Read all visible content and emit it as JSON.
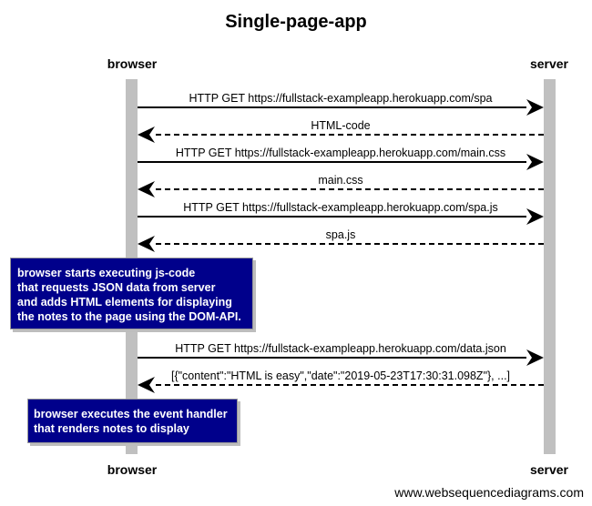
{
  "title": "Single-page-app",
  "participants": [
    {
      "id": "browser",
      "label": "browser"
    },
    {
      "id": "server",
      "label": "server"
    }
  ],
  "messages": [
    {
      "from": "browser",
      "to": "server",
      "style": "solid",
      "label": "HTTP GET https://fullstack-exampleapp.herokuapp.com/spa"
    },
    {
      "from": "server",
      "to": "browser",
      "style": "dashed",
      "label": "HTML-code"
    },
    {
      "from": "browser",
      "to": "server",
      "style": "solid",
      "label": "HTTP GET https://fullstack-exampleapp.herokuapp.com/main.css"
    },
    {
      "from": "server",
      "to": "browser",
      "style": "dashed",
      "label": "main.css"
    },
    {
      "from": "browser",
      "to": "server",
      "style": "solid",
      "label": "HTTP GET https://fullstack-exampleapp.herokuapp.com/spa.js"
    },
    {
      "from": "server",
      "to": "browser",
      "style": "dashed",
      "label": "spa.js"
    },
    {
      "from": "browser",
      "to": "server",
      "style": "solid",
      "label": "HTTP GET https://fullstack-exampleapp.herokuapp.com/data.json"
    },
    {
      "from": "server",
      "to": "browser",
      "style": "dashed",
      "label": "[{\"content\":\"HTML is easy\",\"date\":\"2019-05-23T17:30:31.098Z\"}, ...]"
    }
  ],
  "notes": [
    {
      "over": "browser",
      "lines": [
        "browser starts executing js-code",
        "that requests JSON data from server",
        "and adds HTML elements for displaying",
        "the notes to the page using the DOM-API."
      ]
    },
    {
      "over": "browser",
      "lines": [
        "browser executes the event handler",
        "that renders notes to display"
      ]
    }
  ],
  "footer": "www.websequencediagrams.com",
  "colors": {
    "lifeline": "#c0c0c0",
    "note_bg": "#00008b",
    "note_text": "#ffffff",
    "arrow": "#000000"
  }
}
